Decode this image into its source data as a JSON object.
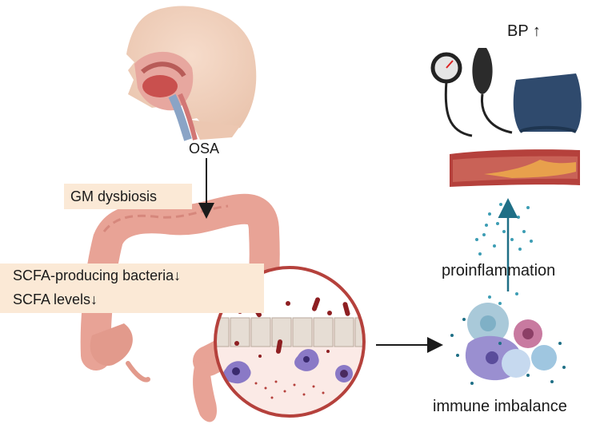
{
  "labels": {
    "osa": "OSA",
    "gm_dysbiosis": "GM dysbiosis",
    "scfa_bacteria": "SCFA-producing bacteria",
    "scfa_levels": "SCFA levels",
    "bp": "BP",
    "proinflammation": "proinflammation",
    "immune_imbalance": "immune imbalance"
  },
  "icons": {
    "down_arrow": "↓",
    "up_arrow": "↑"
  },
  "colors": {
    "highlight_box": "#fbe9d6",
    "gut": "#e8a396",
    "vessel": "#b5413c",
    "inflammation": "#1f6f86",
    "cuff": "#2f4a6d"
  }
}
